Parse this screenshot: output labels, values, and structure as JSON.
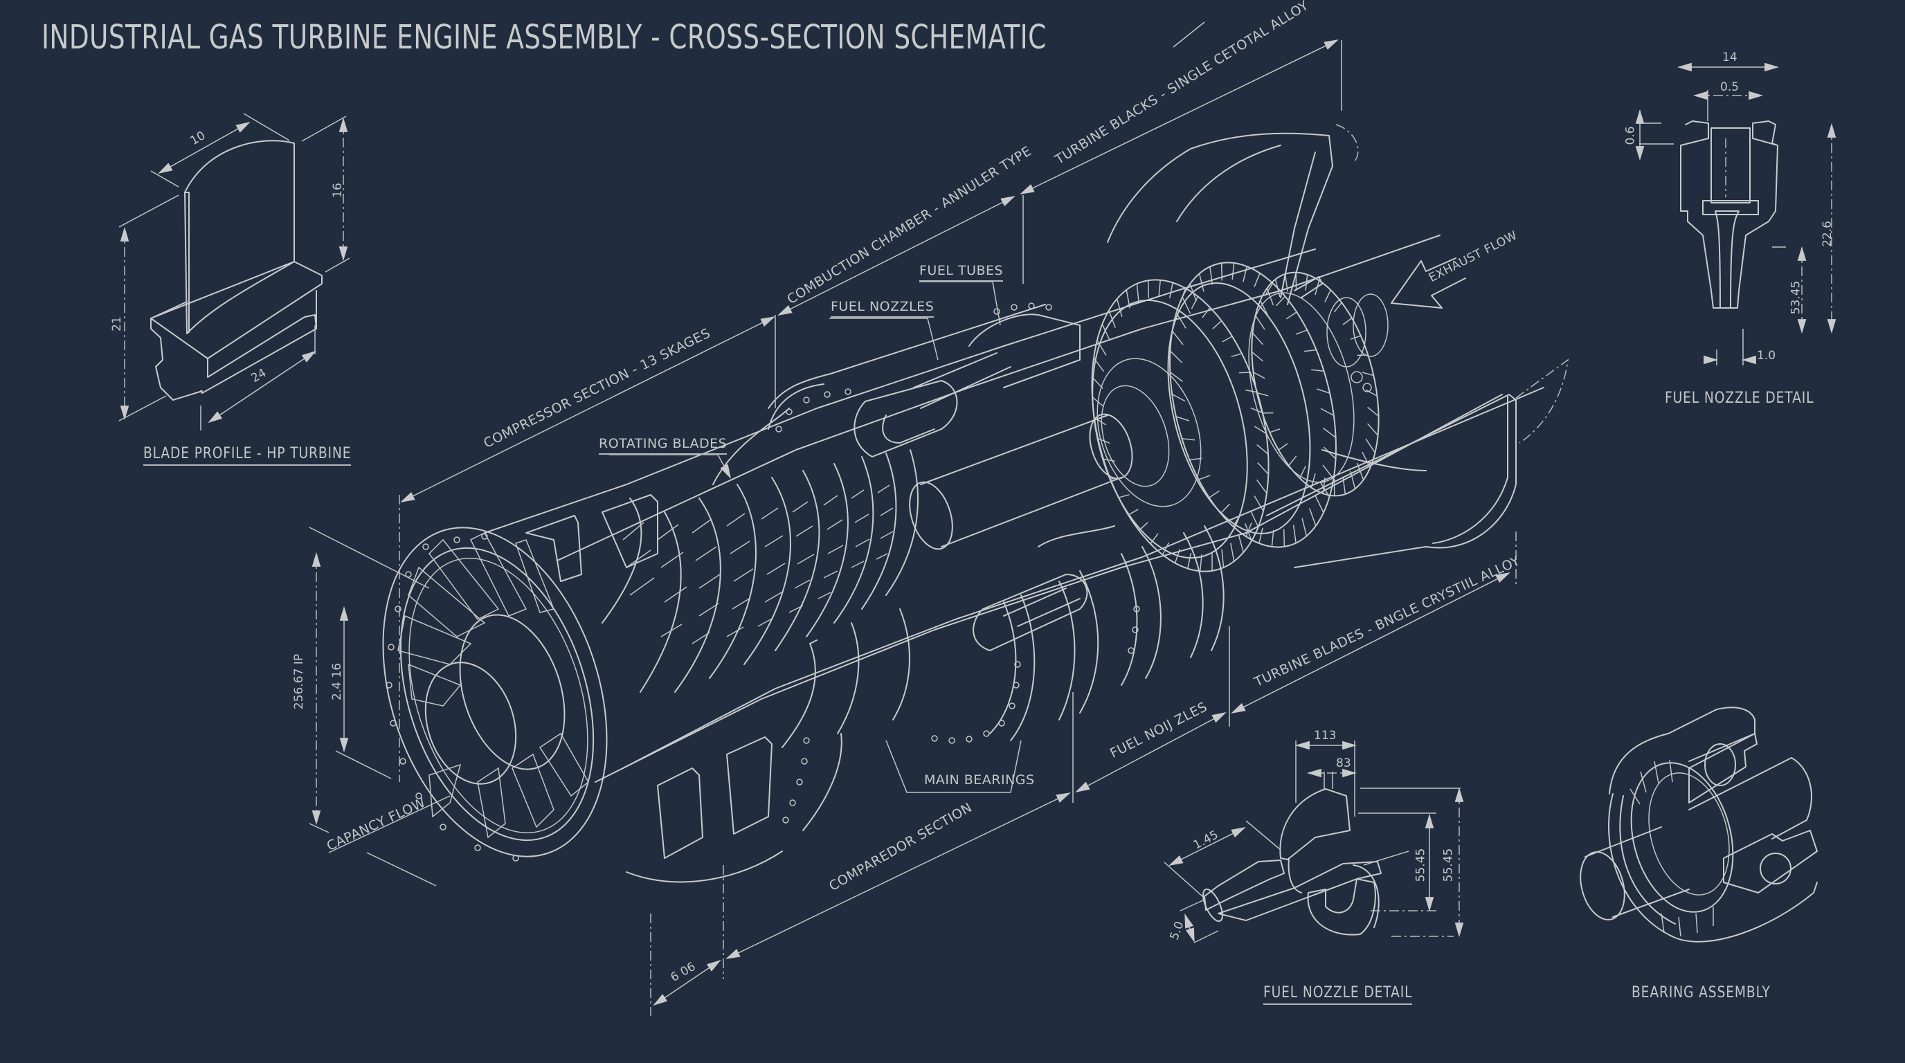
{
  "title": "INDUSTRIAL GAS TURBINE ENGINE ASSEMBLY - CROSS-SECTION SCHEMATIC",
  "colors": {
    "background": "#212d3e",
    "linework": "#c8cacc"
  },
  "main_engine": {
    "section_labels": {
      "compressor_section": "COMPRESSOR SECTION - 13 SKAGES",
      "combustion_chamber": "COMBUCTION CHAMBER - ANNULER TYPE",
      "turbine_blades_top": "TURBINE BLACKS - SINGLE CETOTAL ALLOY",
      "turbine_blades_bottom": "TURBINE BLADES - BNGLE CRYSTIIL ALLOY",
      "fuel_nozzles_bottom": "FUEL NOIJ ZLES",
      "compressor_bottom": "COMPAREDOR SECTION"
    },
    "callouts": {
      "fuel_tubes": "FUEL TUBES",
      "fuel_nozzles": "FUEL NOZZLES",
      "rotating_blades": "ROTATING BLADES",
      "main_bearings": "MAIN BEARINGS",
      "capacity_flow": "CAPANCY FLOW",
      "exhaust_flow": "EXHAUST FLOW"
    },
    "dimensions": {
      "overall_height": "256.67 IP",
      "inlet_height": "2.4 16",
      "bottom_offset": "6 06"
    }
  },
  "blade_profile": {
    "caption": "BLADE PROFILE - HP TURBINE",
    "dims": {
      "chord": "10",
      "height_right": "16",
      "height_left": "21",
      "base_length": "24"
    }
  },
  "fuel_nozzle_top": {
    "caption": "FUEL NOZZLE DETAIL",
    "dims": {
      "outer_width": "14",
      "bore": "0.5",
      "lip": "0.6",
      "overall": "22.6",
      "tip_length": "53.45",
      "tip_bore": "1.0"
    }
  },
  "fuel_nozzle_bottom": {
    "caption": "FUEL NOZZLE DETAIL",
    "dims": {
      "width_outer": "113",
      "width_inner": "83",
      "length": "1.45",
      "thickness": "5.0",
      "height_a": "55.45",
      "height_b": "55.45"
    }
  },
  "bearing": {
    "caption": "BEARING ASSEMBLY"
  }
}
